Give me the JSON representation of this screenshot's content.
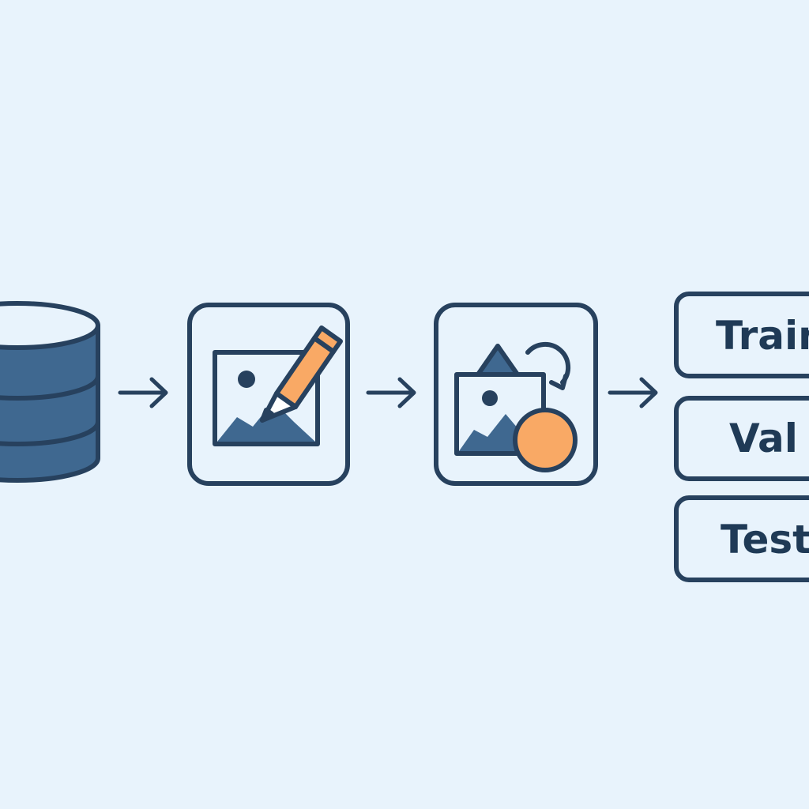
{
  "colors": {
    "background": "#e8f3fc",
    "outline": "#27415e",
    "fill_blue": "#3f6890",
    "fill_blue_light": "#5a82aa",
    "accent_orange": "#f9a965"
  },
  "pipeline": {
    "steps": [
      {
        "icon": "database-icon"
      },
      {
        "icon": "image-annotation-icon"
      },
      {
        "icon": "image-augmentation-icon"
      }
    ],
    "splits": [
      {
        "label": "Train"
      },
      {
        "label": "Val"
      },
      {
        "label": "Test"
      }
    ]
  }
}
